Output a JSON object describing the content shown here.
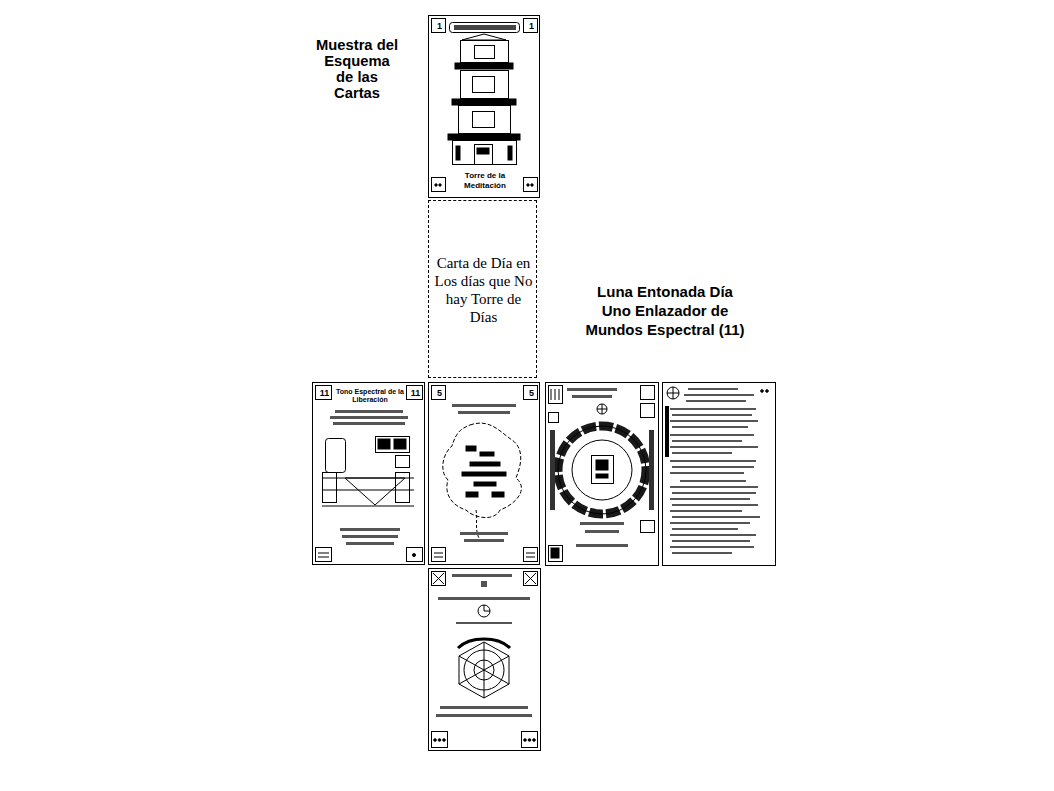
{
  "diagram": {
    "title": "Muestra del Esquema de las Cartas",
    "nodes": [
      {
        "text": [
          "1",
          "1",
          "Torre de la Meditación"
        ]
      },
      {
        "text": [
          "Carta de Día en Los días que No hay Torre de Días"
        ]
      },
      {
        "text": [
          "11",
          "Tono Espectral de la Liberación",
          "11"
        ]
      },
      {
        "text": [
          "5",
          "5"
        ]
      }
    ],
    "labels": [
      "Luna Entonada Día Uno Enlazador de Mundos Espectral (11)"
    ]
  }
}
